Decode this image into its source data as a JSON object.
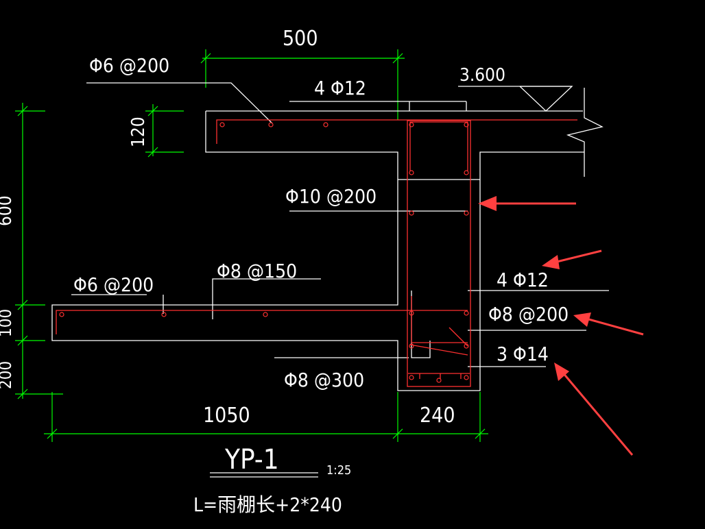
{
  "drawing": {
    "dimensions": {
      "top_width": "500",
      "slab_thickness": "120",
      "left_height_partial": "600",
      "left_lower_a": "100",
      "left_lower_b": "200",
      "bottom_span": "1050",
      "beam_width": "240"
    },
    "rebar_labels": {
      "top_slab_dist": "Φ6 @200",
      "top_main": "4 Φ12",
      "stirrup_upper": "Φ10 @200",
      "lower_slab_dist": "Φ6 @200",
      "lower_slab_main": "Φ8 @150",
      "beam_top": "4 Φ12",
      "beam_stirrup": "Φ8 @200",
      "beam_bottom": "3 Φ14",
      "lower_stirrup": "Φ8 @300"
    },
    "elevation": "3.600",
    "title": "YP-1",
    "scale": "1:25",
    "note": "L=雨棚长+2*240"
  },
  "colors": {
    "background": "#000000",
    "dimension_lines": "#00ff00",
    "outline": "#ffffff",
    "rebar": "#ff3030",
    "arrow": "#ff4040"
  }
}
